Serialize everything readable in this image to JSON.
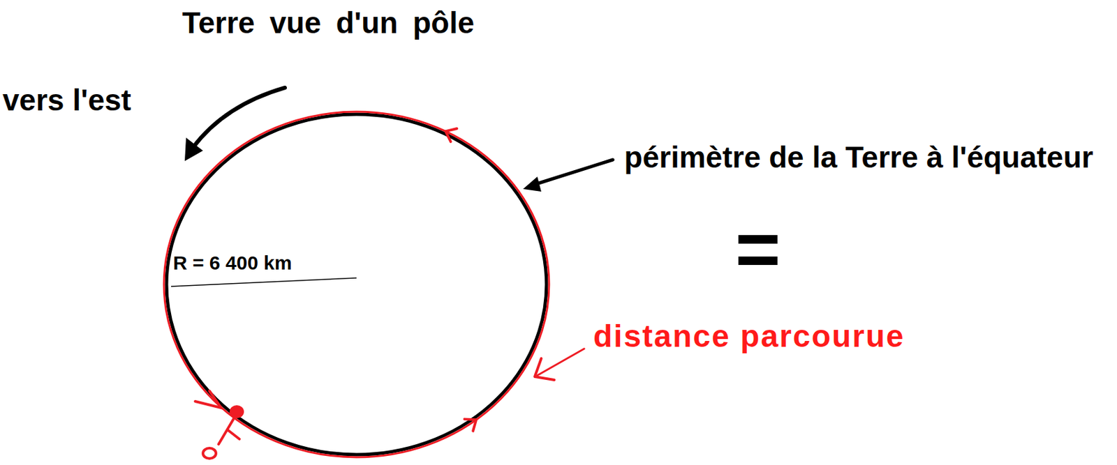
{
  "diagram": {
    "title": "Terre vue d'un pôle",
    "labels": [
      "vers l'est",
      "R = 6 400 km",
      "périmètre de la Terre à l'équateur",
      "=",
      "distance parcourue"
    ]
  }
}
